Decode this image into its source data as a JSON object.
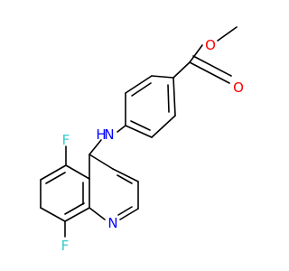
{
  "molecule": {
    "atoms": {
      "o_carbonyl": {
        "symbol": "O",
        "color": "#ff0000"
      },
      "o_ester": {
        "symbol": "O",
        "color": "#ff0000"
      },
      "n_amine": {
        "symbol": "N",
        "color": "#0000ff"
      },
      "h_amine": {
        "symbol": "H",
        "color": "#0000ff"
      },
      "f_5": {
        "symbol": "F",
        "color": "#33cccc"
      },
      "f_8": {
        "symbol": "F",
        "color": "#33cccc"
      },
      "n_ring": {
        "symbol": "N",
        "color": "#0000ff"
      }
    },
    "bond_color": "#000000"
  }
}
